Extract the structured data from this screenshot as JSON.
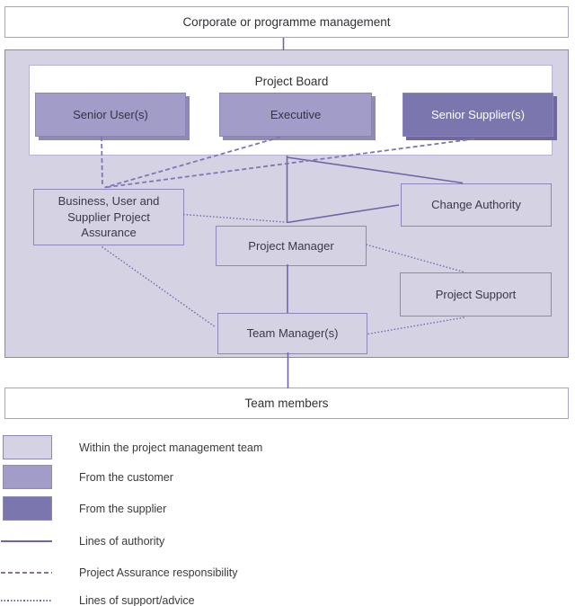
{
  "page": {
    "corporate_label": "Corporate or programme management",
    "team_members_label": "Team members"
  },
  "project_board": {
    "title": "Project Board",
    "roles": [
      {
        "label": "Senior User(s)",
        "origin": "customer"
      },
      {
        "label": "Executive",
        "origin": "customer"
      },
      {
        "label": "Senior Supplier(s)",
        "origin": "supplier"
      }
    ]
  },
  "nodes": {
    "assurance": "Business, User and Supplier Project Assurance",
    "change_authority": "Change Authority",
    "project_manager": "Project Manager",
    "project_support": "Project Support",
    "team_manager": "Team Manager(s)"
  },
  "legend": {
    "swatches": [
      {
        "label": "Within the project management team",
        "color": "#d5d2e3"
      },
      {
        "label": "From the customer",
        "color": "#a19cc8"
      },
      {
        "label": "From the supplier",
        "color": "#7b76ae"
      }
    ],
    "lines": [
      {
        "label": "Lines of authority",
        "style": "solid"
      },
      {
        "label": "Project Assurance responsibility",
        "style": "dashed"
      },
      {
        "label": "Lines of support/advice",
        "style": "dotted"
      }
    ]
  },
  "colors": {
    "line_solid": "#6b66a8",
    "line_dashed": "#7d78b5",
    "line_dotted": "#6f6aac",
    "container_fill": "#d5d2e3",
    "customer_fill": "#a19cc8",
    "supplier_fill": "#7b76ae",
    "node_border": "#8c88bb"
  }
}
